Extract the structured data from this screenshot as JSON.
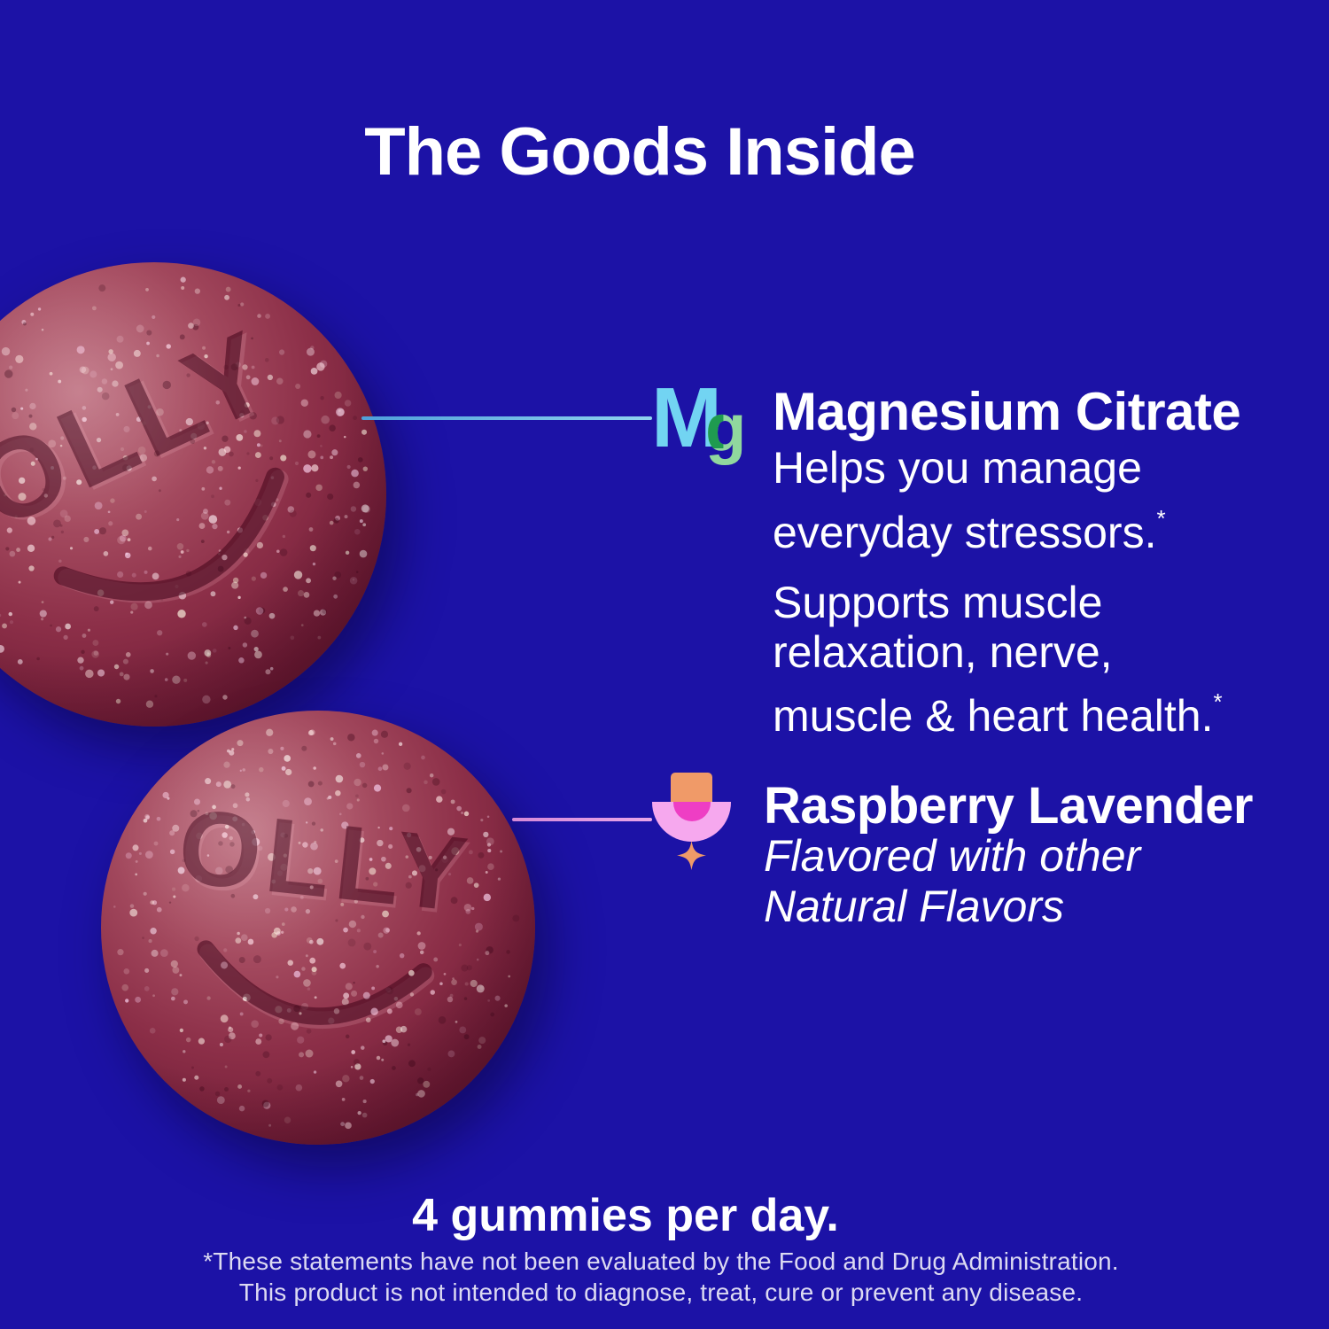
{
  "title": "The Goods Inside",
  "magnesium": {
    "symbol_m": "M",
    "symbol_g": "g",
    "heading": "Magnesium Citrate",
    "benefit1_line1": "Helps you manage",
    "benefit1_line2": "everyday stressors.",
    "benefit1_footnote": "*",
    "benefit2_line1": "Supports muscle",
    "benefit2_line2": "relaxation, nerve,",
    "benefit2_line3": "muscle & heart health.",
    "benefit2_footnote": "*"
  },
  "flavor": {
    "heading": "Raspberry Lavender",
    "subline1": "Flavored with other",
    "subline2": "Natural Flavors"
  },
  "dosage": "4 gummies per day.",
  "disclaimer_line1": "*These statements have not been evaluated by the Food and Drug Administration.",
  "disclaimer_line2": "This product is not intended to diagnose, treat, cure or prevent any disease.",
  "gummy_embossed_text": "OLLY",
  "icons": {
    "magnesium_symbol_icon": "Mg chemical symbol",
    "lavender_flower_icon": "stylized lavender flower in cup",
    "sparkle_icon": "four-point sparkle"
  },
  "colors": {
    "background": "#1c12a6",
    "text": "#ffffff",
    "mg_m": "#72d4f2",
    "mg_g_light": "#90d89e",
    "mg_g_dark": "#1f9b50",
    "callout_magnesium": "#8fd3ef",
    "callout_flavor": "#e9a6e9",
    "flower_orange": "#f09a68",
    "flower_pink": "#f6a8ee",
    "flower_magenta": "#ee3ec4",
    "gummy_base": "#8c2f48"
  }
}
